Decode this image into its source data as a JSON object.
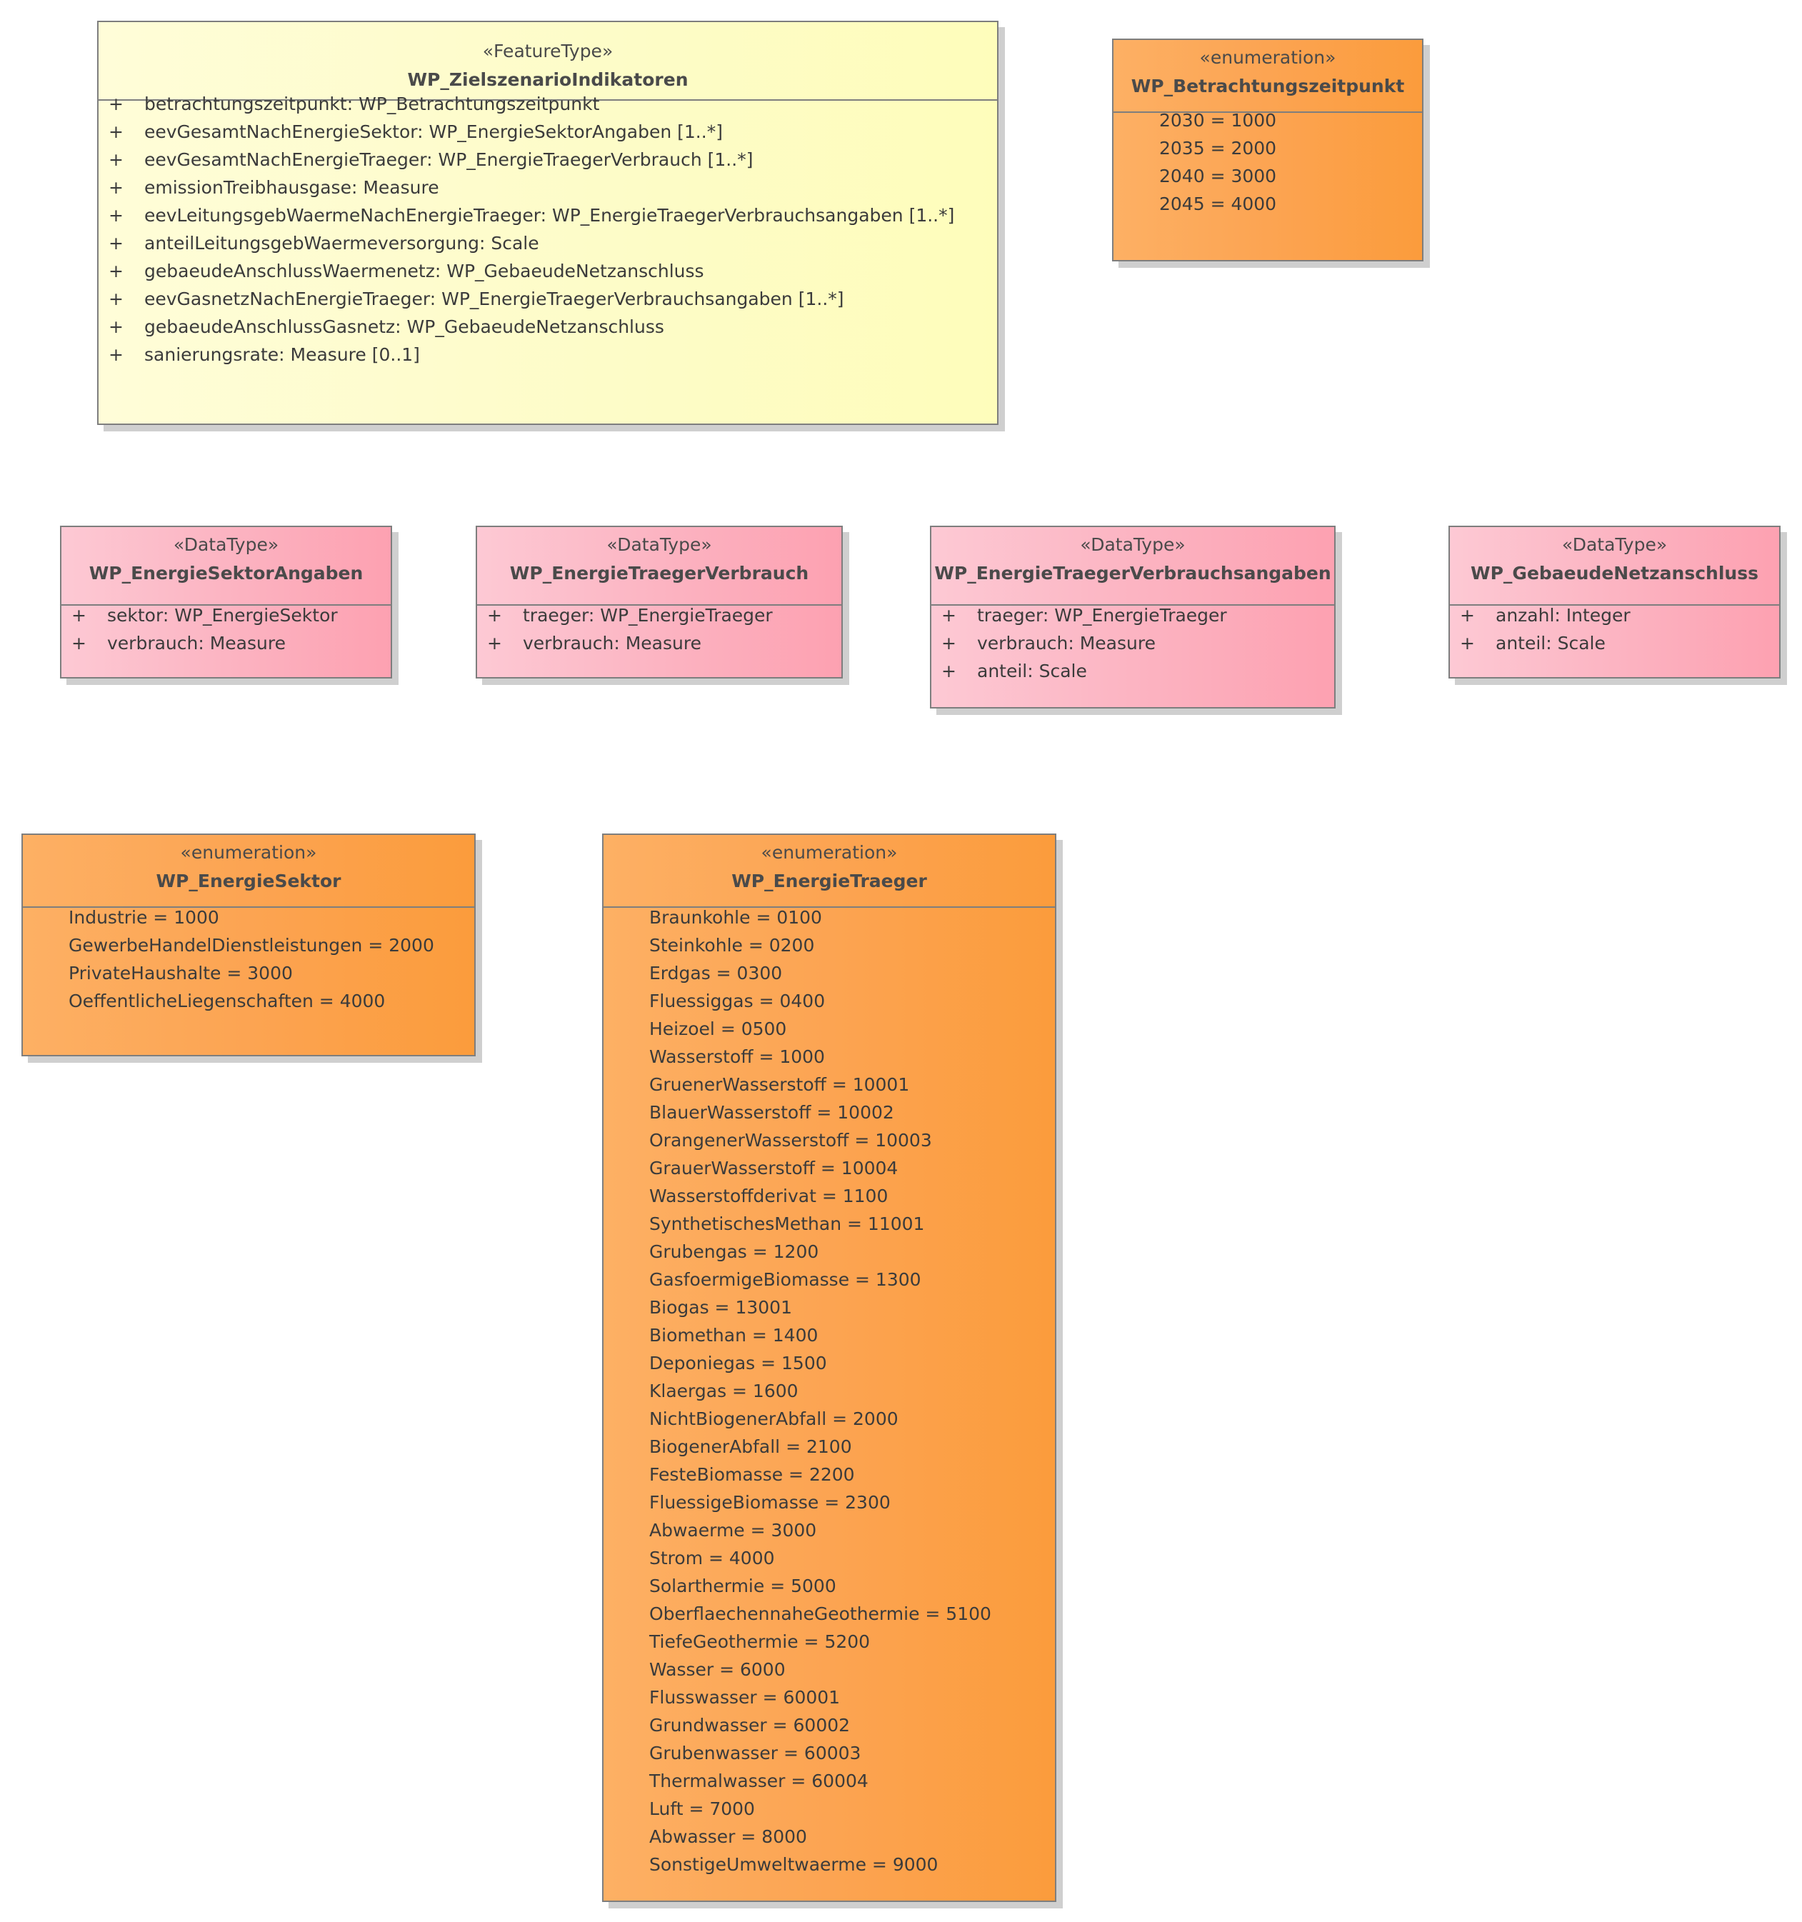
{
  "diagram": {
    "classes": [
      {
        "id": "zielszenario",
        "stereotype": "«FeatureType»",
        "name": "WP_ZielszenarioIndikatoren",
        "attributes": [
          {
            "visibility": "+",
            "text": "betrachtungszeitpunkt: WP_Betrachtungszeitpunkt"
          },
          {
            "visibility": "+",
            "text": "eevGesamtNachEnergieSektor: WP_EnergieSektorAngaben [1..*]"
          },
          {
            "visibility": "+",
            "text": "eevGesamtNachEnergieTraeger: WP_EnergieTraegerVerbrauch [1..*]"
          },
          {
            "visibility": "+",
            "text": "emissionTreibhausgase: Measure"
          },
          {
            "visibility": "+",
            "text": "eevLeitungsgebWaermeNachEnergieTraeger: WP_EnergieTraegerVerbrauchsangaben [1..*]"
          },
          {
            "visibility": "+",
            "text": "anteilLeitungsgebWaermeversorgung: Scale"
          },
          {
            "visibility": "+",
            "text": "gebaeudeAnschlussWaermenetz: WP_GebaeudeNetzanschluss"
          },
          {
            "visibility": "+",
            "text": "eevGasnetzNachEnergieTraeger: WP_EnergieTraegerVerbrauchsangaben [1..*]"
          },
          {
            "visibility": "+",
            "text": "gebaeudeAnschlussGasnetz: WP_GebaeudeNetzanschluss"
          },
          {
            "visibility": "+",
            "text": "sanierungsrate: Measure [0..1]"
          }
        ]
      },
      {
        "id": "betrachtungszeitpunkt",
        "stereotype": "«enumeration»",
        "name": "WP_Betrachtungszeitpunkt",
        "literals": [
          "2030 = 1000",
          "2035 = 2000",
          "2040 = 3000",
          "2045 = 4000"
        ]
      },
      {
        "id": "energiesektorangaben",
        "stereotype": "«DataType»",
        "name": "WP_EnergieSektorAngaben",
        "attributes": [
          {
            "visibility": "+",
            "text": "sektor: WP_EnergieSektor"
          },
          {
            "visibility": "+",
            "text": "verbrauch: Measure"
          }
        ]
      },
      {
        "id": "energietraegerverbrauch",
        "stereotype": "«DataType»",
        "name": "WP_EnergieTraegerVerbrauch",
        "attributes": [
          {
            "visibility": "+",
            "text": "traeger: WP_EnergieTraeger"
          },
          {
            "visibility": "+",
            "text": "verbrauch: Measure"
          }
        ]
      },
      {
        "id": "energietraegerverbrauchsangaben",
        "stereotype": "«DataType»",
        "name": "WP_EnergieTraegerVerbrauchsangaben",
        "attributes": [
          {
            "visibility": "+",
            "text": "traeger: WP_EnergieTraeger"
          },
          {
            "visibility": "+",
            "text": "verbrauch: Measure"
          },
          {
            "visibility": "+",
            "text": "anteil: Scale"
          }
        ]
      },
      {
        "id": "gebaeudenetzanschluss",
        "stereotype": "«DataType»",
        "name": "WP_GebaeudeNetzanschluss",
        "attributes": [
          {
            "visibility": "+",
            "text": "anzahl: Integer"
          },
          {
            "visibility": "+",
            "text": "anteil: Scale"
          }
        ]
      },
      {
        "id": "energiesektor",
        "stereotype": "«enumeration»",
        "name": "WP_EnergieSektor",
        "literals": [
          "Industrie = 1000",
          "GewerbeHandelDienstleistungen = 2000",
          "PrivateHaushalte = 3000",
          "OeffentlicheLiegenschaften = 4000"
        ]
      },
      {
        "id": "energietraeger",
        "stereotype": "«enumeration»",
        "name": "WP_EnergieTraeger",
        "literals": [
          "Braunkohle = 0100",
          "Steinkohle = 0200",
          "Erdgas = 0300",
          "Fluessiggas = 0400",
          "Heizoel = 0500",
          "Wasserstoff = 1000",
          "GruenerWasserstoff = 10001",
          "BlauerWasserstoff = 10002",
          "OrangenerWasserstoff = 10003",
          "GrauerWasserstoff = 10004",
          "Wasserstoffderivat = 1100",
          "SynthetischesMethan = 11001",
          "Grubengas = 1200",
          "GasfoermigeBiomasse = 1300",
          "Biogas = 13001",
          "Biomethan = 1400",
          "Deponiegas = 1500",
          "Klaergas = 1600",
          "NichtBiogenerAbfall = 2000",
          "BiogenerAbfall = 2100",
          "FesteBiomasse = 2200",
          "FluessigeBiomasse = 2300",
          "Abwaerme = 3000",
          "Strom = 4000",
          "Solarthermie = 5000",
          "OberflaechennaheGeothermie = 5100",
          "TiefeGeothermie = 5200",
          "Wasser = 6000",
          "Flusswasser = 60001",
          "Grundwasser = 60002",
          "Grubenwasser = 60003",
          "Thermalwasser = 60004",
          "Luft = 7000",
          "Abwasser = 8000",
          "SonstigeUmweltwaerme = 9000"
        ]
      }
    ]
  }
}
